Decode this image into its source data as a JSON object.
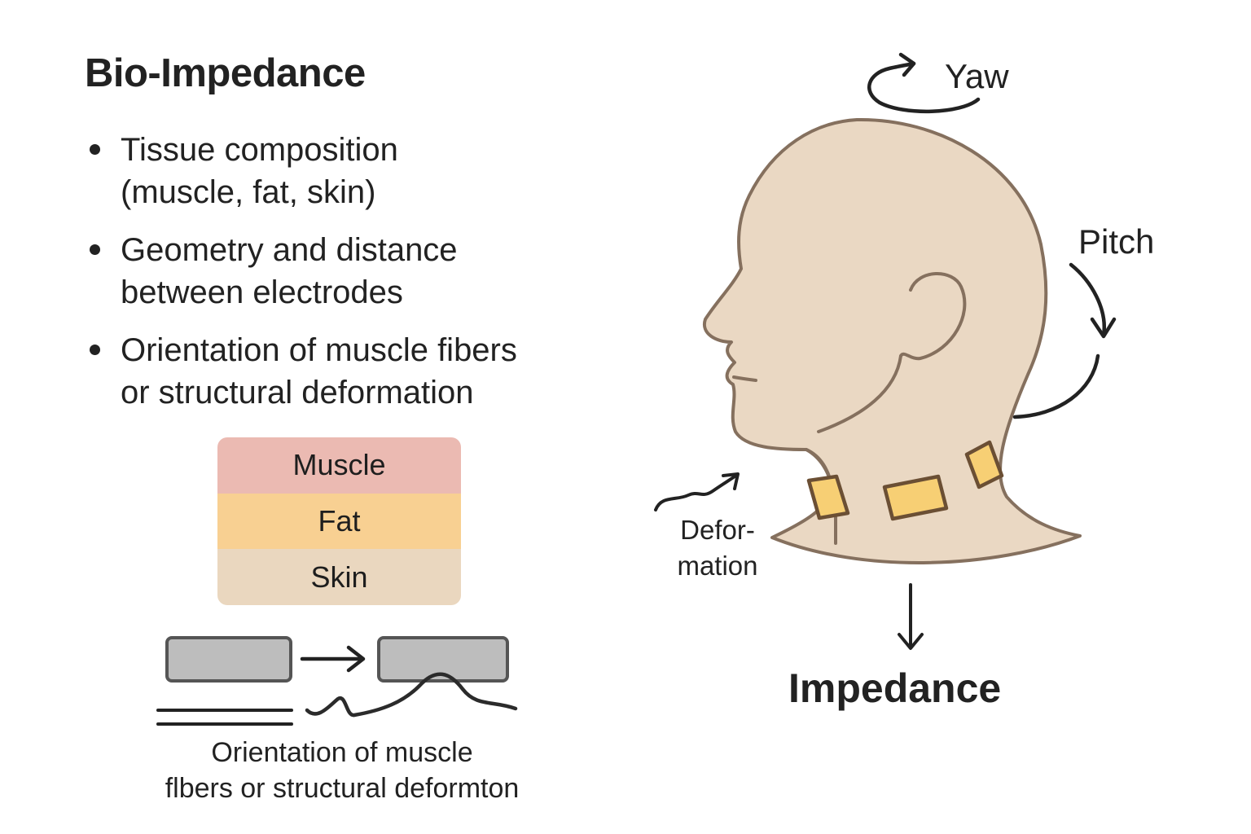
{
  "left_panel": {
    "title": "Bio-Impedance",
    "bullets": [
      {
        "line1": "Tissue composition",
        "line2": "(muscle, fat, skin)"
      },
      {
        "line1": "Geometry and distance",
        "line2": "between electrodes"
      },
      {
        "line1": "Orientation of muscle fibers",
        "line2": "or structural deformation"
      }
    ],
    "tissue_layers": [
      {
        "label": "Muscle",
        "color": "#ebbab2"
      },
      {
        "label": "Fat",
        "color": "#f8d092"
      },
      {
        "label": "Skin",
        "color": "#ead7bf"
      }
    ],
    "deformation_caption": {
      "line1": "Orientation of muscle",
      "line2": "flbers or structural deformton"
    }
  },
  "right_panel": {
    "yaw_label": "Yaw",
    "pitch_label": "Pitch",
    "deformation_label": {
      "line1": "Defor-",
      "line2": "mation"
    },
    "output_label": "Impedance",
    "colors": {
      "skin_fill": "#ead8c3",
      "outline": "#85705e",
      "electrode_fill": "#f7cf74",
      "electrode_border": "#6b4f34",
      "electrode_gray": "#bdbdbd"
    }
  }
}
